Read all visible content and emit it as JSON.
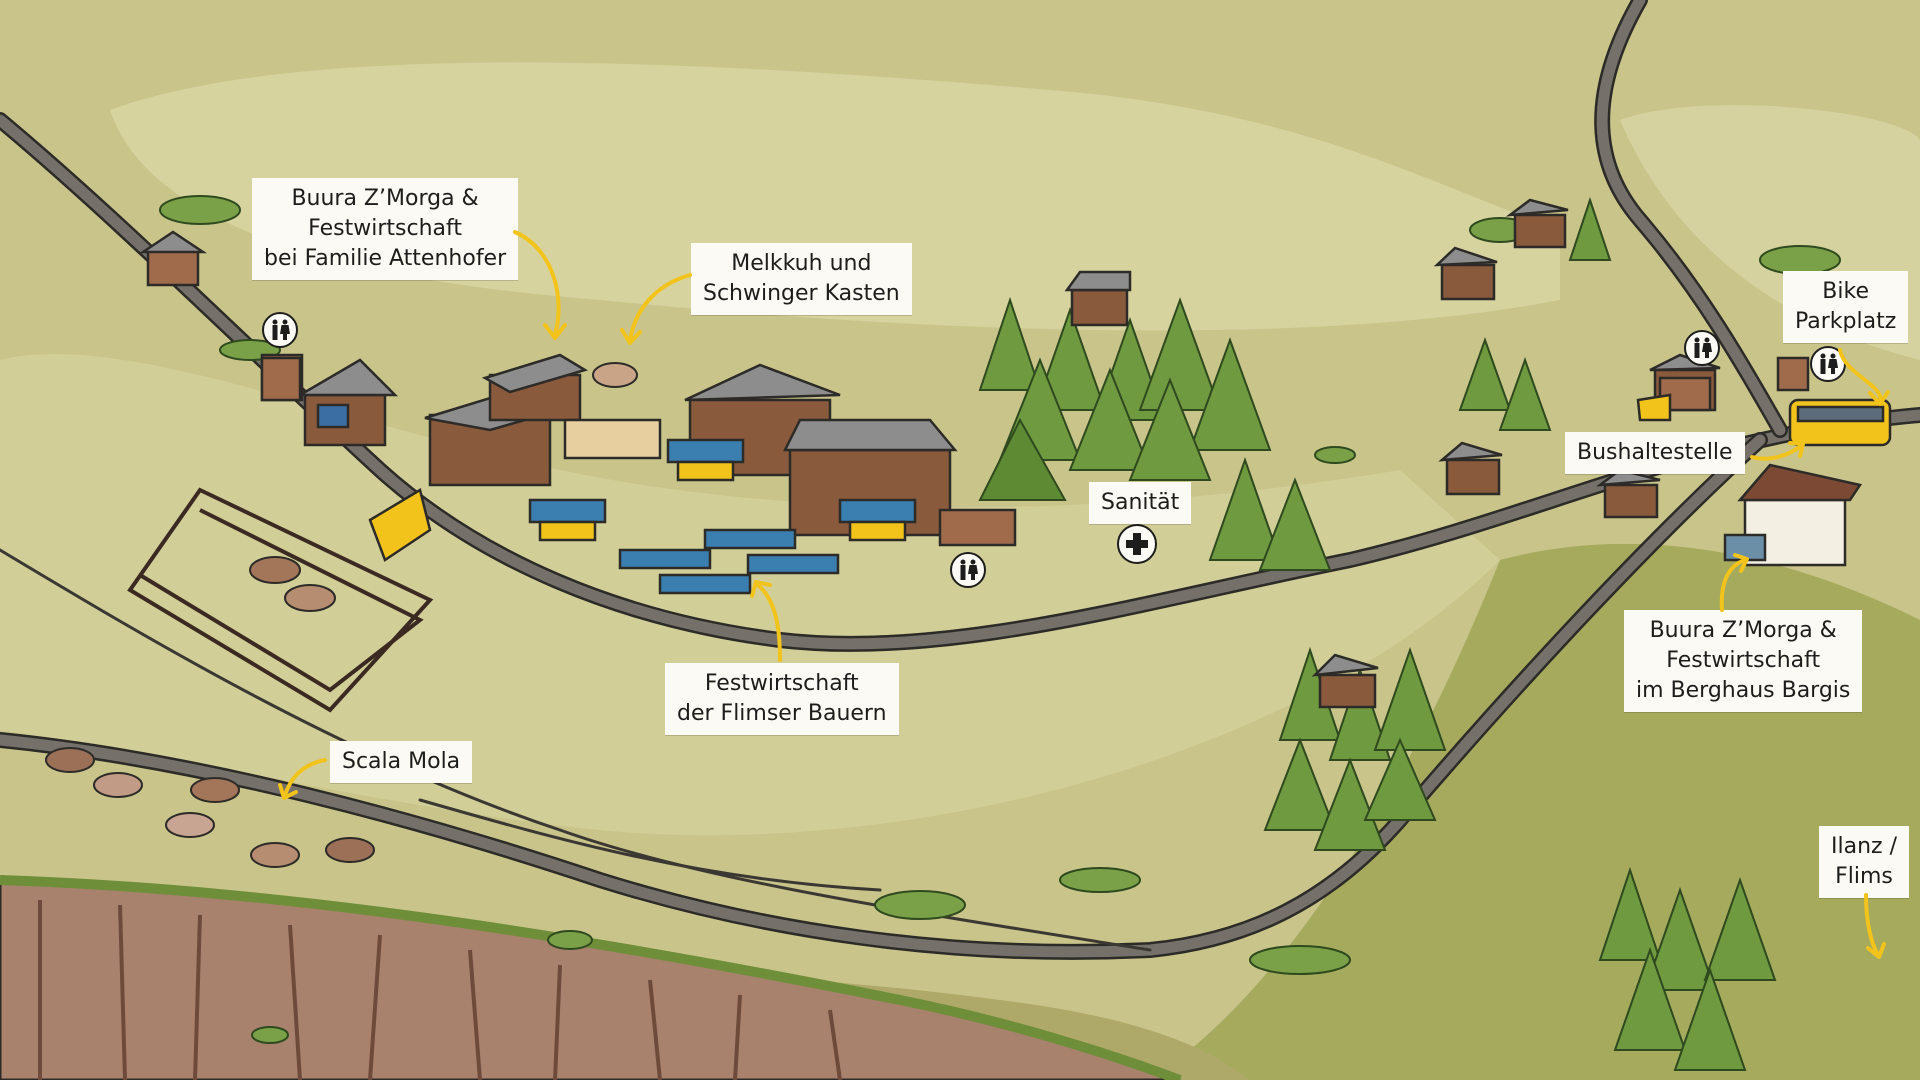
{
  "map": {
    "colors": {
      "meadow": "#c9c48a",
      "meadow_light": "#d6d29d",
      "grass_dark": "#9aa55a",
      "road": "#6f6c66",
      "road_edge": "#2d2b28",
      "cliff": "#a87f6a",
      "cliff_dark": "#7c5645",
      "forest": "#6f9a3f",
      "forest_dark": "#3f6a2a",
      "wood": "#8a5a3c",
      "roof": "#8d8d8d",
      "label_bg": "#fbfaf4",
      "arrow": "#f2c31b",
      "bus": "#f2c31b"
    },
    "labels": {
      "attenhofer": [
        "Buura Z’Morga &",
        "Festwirtschaft",
        "bei Familie Attenhofer"
      ],
      "melkkuh": [
        "Melkkuh und",
        "Schwinger Kasten"
      ],
      "sanitaet": "Sanität",
      "festwirtschaft_bauern": [
        "Festwirtschaft",
        "der Flimser Bauern"
      ],
      "scala_mola": "Scala Mola",
      "bike": [
        "Bike",
        "Parkplatz"
      ],
      "bushaltestelle": "Bushaltestelle",
      "berghaus": [
        "Buura Z’Morga &",
        "Festwirtschaft",
        "im Berghaus Bargis"
      ],
      "ilanz": [
        "Ilanz /",
        "Flims"
      ]
    },
    "icons": {
      "wc": "toilet-icon",
      "first_aid": "first-aid-cross-icon",
      "arrow": "arrow-icon"
    }
  }
}
